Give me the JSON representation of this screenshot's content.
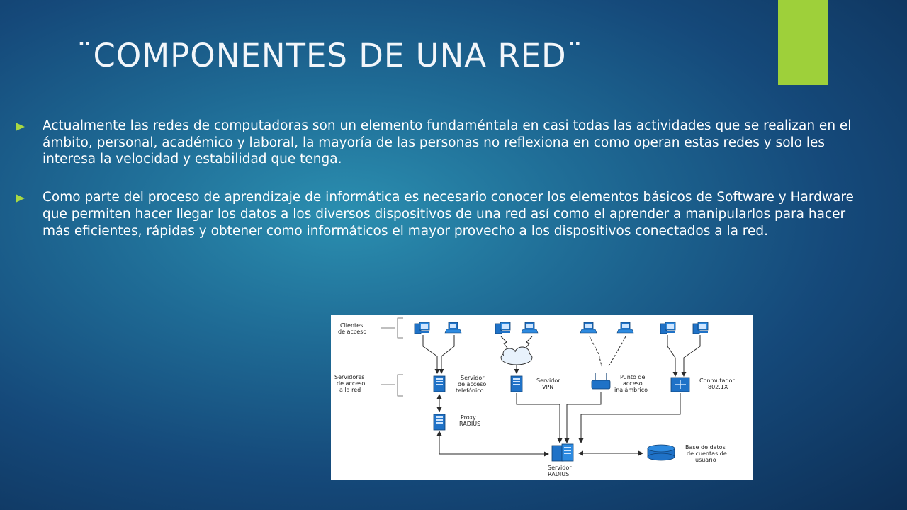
{
  "slide": {
    "title": "¨COMPONENTES DE UNA RED¨",
    "accent_color": "#9ed03a",
    "bullet_color": "#a9d843",
    "bullets": [
      "Actualmente las redes de computadoras son un elemento fundaméntala en casi todas las actividades que se realizan en el ámbito, personal, académico y laboral, la mayoría de las personas no reflexiona en como operan estas redes y solo les interesa la velocidad y estabilidad que tenga.",
      "Como parte del proceso de aprendizaje de informática es necesario conocer los elementos básicos de Software y Hardware que permiten hacer llegar los datos a los diversos dispositivos de una red así como el aprender a manipularlos para hacer más eficientes, rápidas y obtener como informáticos el mayor provecho a los dispositivos conectados a la red."
    ]
  },
  "diagram": {
    "labels": {
      "clientes_line1": "Clientes",
      "clientes_line2": "de acceso",
      "servidores_line1": "Servidores",
      "servidores_line2": "de acceso",
      "servidores_line3": "a la red",
      "tel_line1": "Servidor",
      "tel_line2": "de acceso",
      "tel_line3": "telefónico",
      "vpn_line1": "Servidor",
      "vpn_line2": "VPN",
      "wifi_line1": "Punto de",
      "wifi_line2": "acceso",
      "wifi_line3": "inalámbrico",
      "switch_line1": "Conmutador",
      "switch_line2": "802.1X",
      "proxy_line1": "Proxy",
      "proxy_line2": "RADIUS",
      "radius_line1": "Servidor",
      "radius_line2": "RADIUS",
      "db_line1": "Base de datos",
      "db_line2": "de cuentas de",
      "db_line3": "usuario"
    },
    "device_color": "#1f72c7",
    "line_color": "#2a2a2a"
  }
}
